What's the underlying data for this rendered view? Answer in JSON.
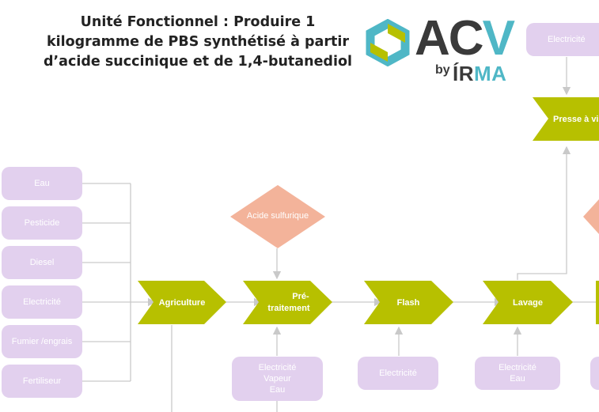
{
  "title": {
    "line1": "Unité Fonctionnel : Produire 1",
    "line2": "kilogramme de PBS synthétisé à partir",
    "line3": "d’acide succinique et de 1,4-butanediol"
  },
  "logo": {
    "acv_a": "AC",
    "acv_v": "V",
    "by": "by",
    "irma_a": "ÍR",
    "irma_b": "MA"
  },
  "colors": {
    "process": "#b7c000",
    "input": "#e2d0ee",
    "chemical": "#f3b39a",
    "connector": "#c9c9c9"
  },
  "inputs_left": [
    "Eau",
    "Pesticide",
    "Diesel",
    "Electricité",
    "Fumier /engrais",
    "Fertiliseur"
  ],
  "processes": {
    "agriculture": "Agriculture",
    "pretraitement_1": "Pré-",
    "pretraitement_2": "traitement",
    "flash": "Flash",
    "lavage": "Lavage",
    "presse": "Presse à vis"
  },
  "chemicals": {
    "acide_sulfurique": "Acide sulfurique"
  },
  "utility_inputs": {
    "pretraitement": [
      "Electricité",
      "Vapeur",
      "Eau"
    ],
    "flash": "Electricité",
    "lavage": [
      "Electricité",
      "Eau"
    ],
    "presse": "Electricité"
  }
}
